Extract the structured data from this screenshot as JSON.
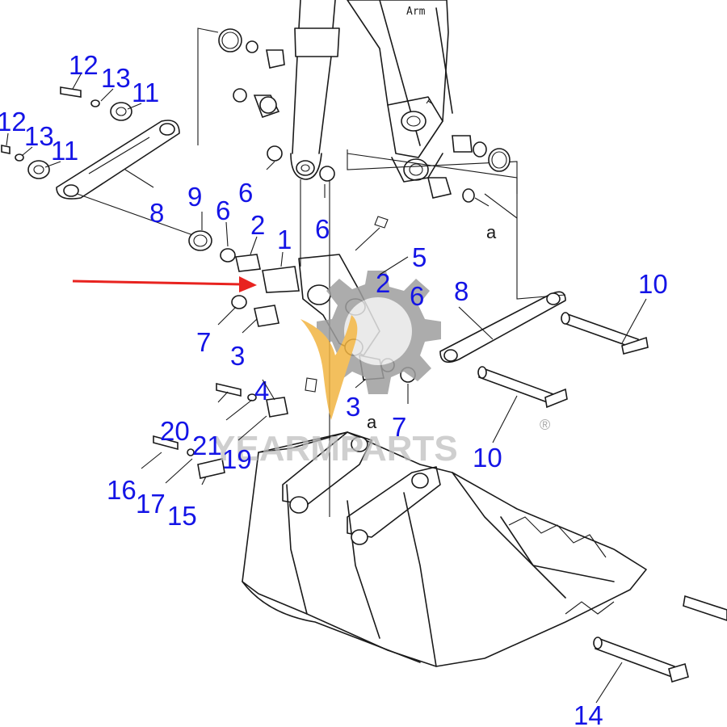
{
  "diagram": {
    "callouts": [
      "12",
      "13",
      "11",
      "12",
      "13",
      "11",
      "8",
      "9",
      "6",
      "2",
      "1",
      "6",
      "5",
      "7",
      "3",
      "2",
      "6",
      "8",
      "10",
      "4",
      "3",
      "7",
      "20",
      "21",
      "19",
      "16",
      "17",
      "15",
      "10",
      "14"
    ],
    "arm_label": "Arm",
    "ref_letters": [
      "a",
      "a"
    ],
    "pointer_color": "#e8231f"
  },
  "watermark": {
    "text": "YEARMPARTS",
    "registered": "®",
    "gear_color": "#9e9e9e",
    "flame_color": "#f2b441"
  }
}
